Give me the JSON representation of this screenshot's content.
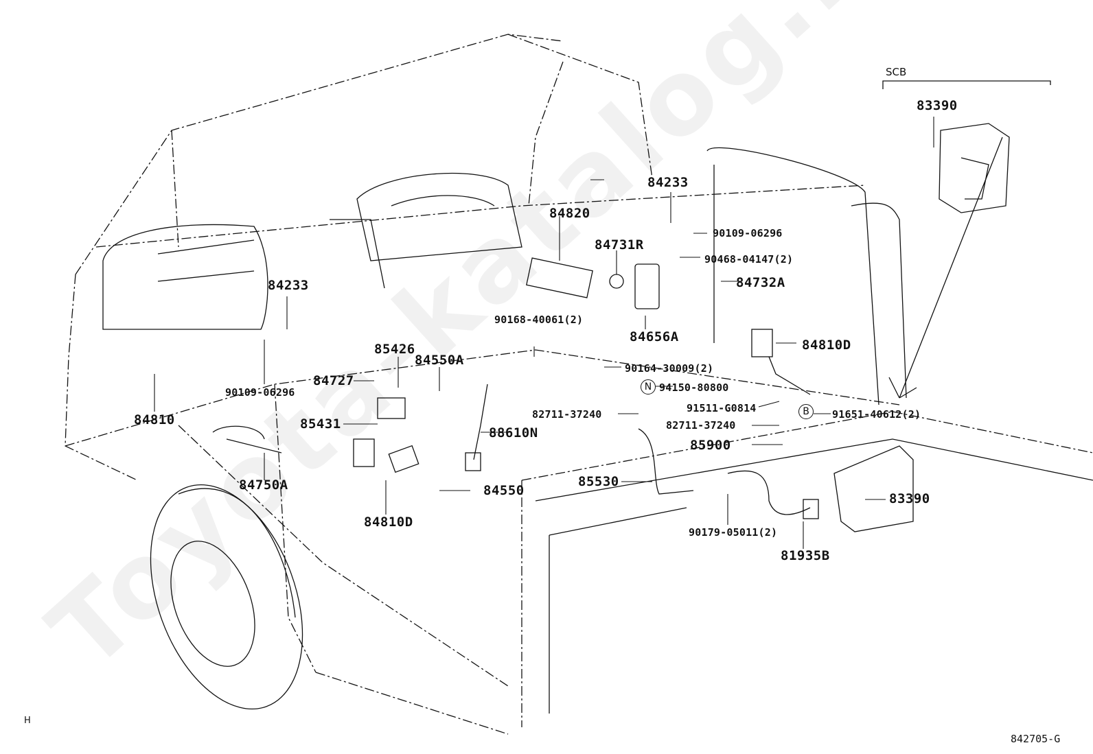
{
  "watermark": "Toyota-katalog.ru",
  "group_label": "SCB",
  "corner_mark": "H",
  "figure_id": "842705-G",
  "markers": {
    "N": "N",
    "B": "B"
  },
  "parts": [
    {
      "id": "p1",
      "number": "83390"
    },
    {
      "id": "p2",
      "number": "84233"
    },
    {
      "id": "p3",
      "number": "90109-06296"
    },
    {
      "id": "p4",
      "number": "84820"
    },
    {
      "id": "p5",
      "number": "84731R"
    },
    {
      "id": "p6",
      "number": "90468-04147(2)"
    },
    {
      "id": "p7",
      "number": "84732A"
    },
    {
      "id": "p8",
      "number": "84233"
    },
    {
      "id": "p9",
      "number": "90168-40061(2)"
    },
    {
      "id": "p10",
      "number": "84656A"
    },
    {
      "id": "p11",
      "number": "84810D"
    },
    {
      "id": "p12",
      "number": "85426"
    },
    {
      "id": "p13",
      "number": "84550A"
    },
    {
      "id": "p14",
      "number": "90164-30009(2)"
    },
    {
      "id": "p15",
      "number": "84727"
    },
    {
      "id": "p16",
      "number": "94150-80800"
    },
    {
      "id": "p17",
      "number": "90109-06296"
    },
    {
      "id": "p18",
      "number": "91511-G0814"
    },
    {
      "id": "p19",
      "number": "82711-37240"
    },
    {
      "id": "p20",
      "number": "91651-40612(2)"
    },
    {
      "id": "p21",
      "number": "84810"
    },
    {
      "id": "p22",
      "number": "85431"
    },
    {
      "id": "p23",
      "number": "88610N"
    },
    {
      "id": "p24",
      "number": "82711-37240"
    },
    {
      "id": "p25",
      "number": "85900"
    },
    {
      "id": "p26",
      "number": "85530"
    },
    {
      "id": "p27",
      "number": "84550"
    },
    {
      "id": "p28",
      "number": "84750A"
    },
    {
      "id": "p29",
      "number": "83390"
    },
    {
      "id": "p30",
      "number": "84810D"
    },
    {
      "id": "p31",
      "number": "90179-05011(2)"
    },
    {
      "id": "p32",
      "number": "81935B"
    }
  ]
}
